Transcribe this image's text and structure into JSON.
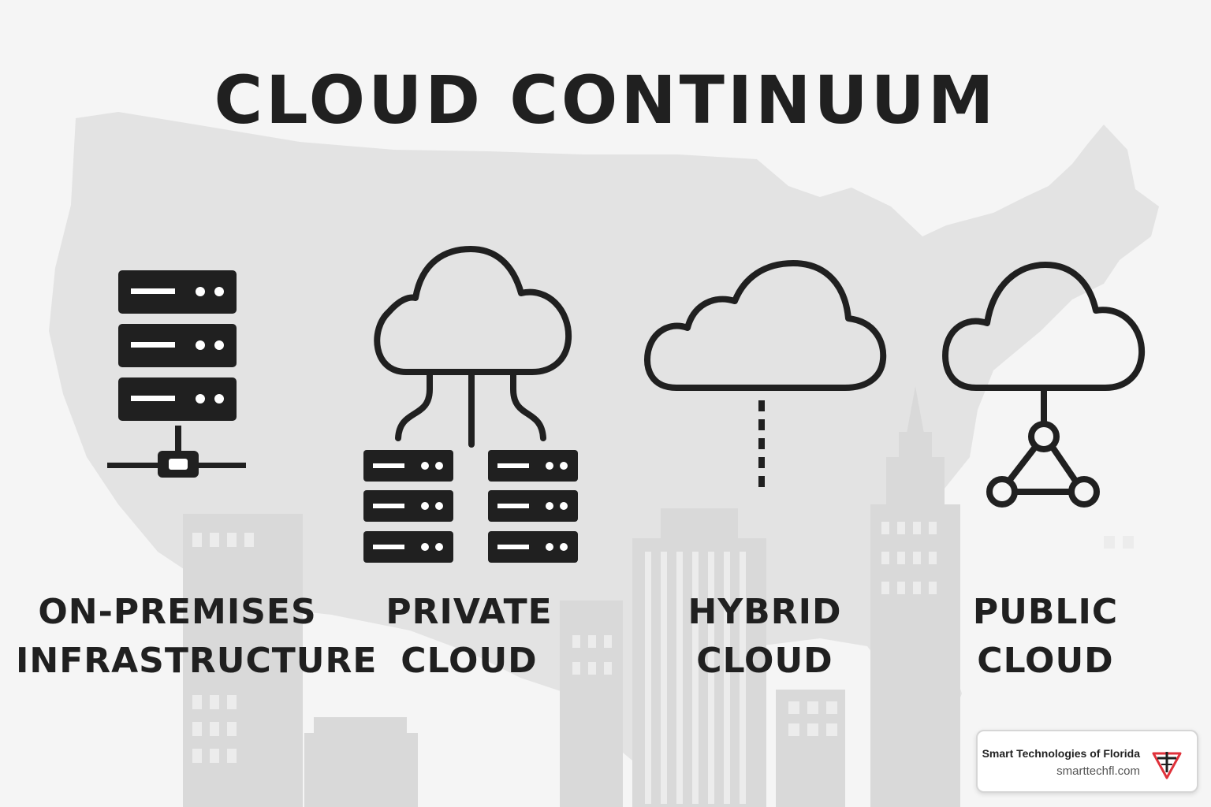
{
  "title": "CLOUD CONTINUUM",
  "tiers": [
    {
      "id": "on-premises",
      "line1": "ON-PREMISES",
      "line2": "INFRASTRUCTURE"
    },
    {
      "id": "private",
      "line1": "PRIVATE",
      "line2": "CLOUD"
    },
    {
      "id": "hybrid",
      "line1": "HYBRID",
      "line2": "CLOUD"
    },
    {
      "id": "public",
      "line1": "PUBLIC",
      "line2": "CLOUD"
    }
  ],
  "badge": {
    "company": "Smart Technologies of Florida",
    "url": "smarttechfl.com",
    "logo_icon": "tf-triangle-logo-icon",
    "logo_color": "#e0313a"
  },
  "colors": {
    "ink": "#202020",
    "background": "#f5f5f5",
    "watermark": "#e2e2e2"
  },
  "background_art": {
    "map": "us-map-silhouette",
    "skyline": "city-skyline-silhouette"
  }
}
